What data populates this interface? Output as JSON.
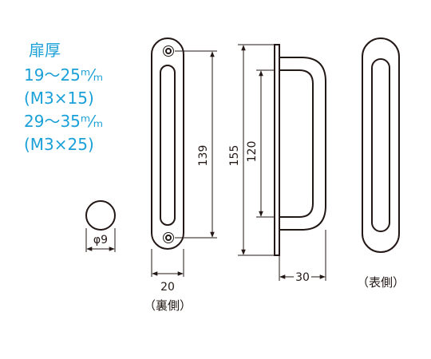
{
  "spec": {
    "title": "扉厚",
    "lines": [
      "19〜25ᵐ⁄ₘ",
      "(M3×15)",
      "29〜35ᵐ⁄ₘ",
      "(M3×25)"
    ]
  },
  "dimensions": {
    "screw_diameter": "φ9",
    "width_back": "20",
    "hole_pitch": "139",
    "total_length": "155",
    "grip_length": "120",
    "projection": "30"
  },
  "captions": {
    "back_side": "（裏側）",
    "front_side": "（表側）"
  },
  "colors": {
    "accent": "#1aa0d8",
    "line": "#231815"
  }
}
